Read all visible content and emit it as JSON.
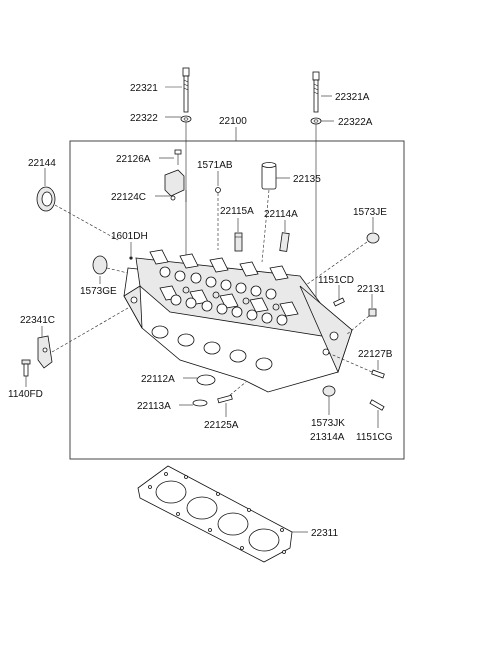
{
  "diagram": {
    "part_labels": {
      "p22321": "22321",
      "p22321A": "22321A",
      "p22322": "22322",
      "p22322A": "22322A",
      "p22100": "22100",
      "p22144": "22144",
      "p22126A": "22126A",
      "p1571AB": "1571AB",
      "p22135": "22135",
      "p22124C": "22124C",
      "p22115A": "22115A",
      "p22114A": "22114A",
      "p1573JE": "1573JE",
      "p1601DH": "1601DH",
      "p1573GE": "1573GE",
      "p1151CD": "1151CD",
      "p22131": "22131",
      "p22341C": "22341C",
      "p22127B": "22127B",
      "p1140FD": "1140FD",
      "p22112A": "22112A",
      "p22113A": "22113A",
      "p22125A": "22125A",
      "p1573JK": "1573JK",
      "p21314A": "21314A",
      "p1151CG": "1151CG",
      "p22311": "22311"
    }
  }
}
